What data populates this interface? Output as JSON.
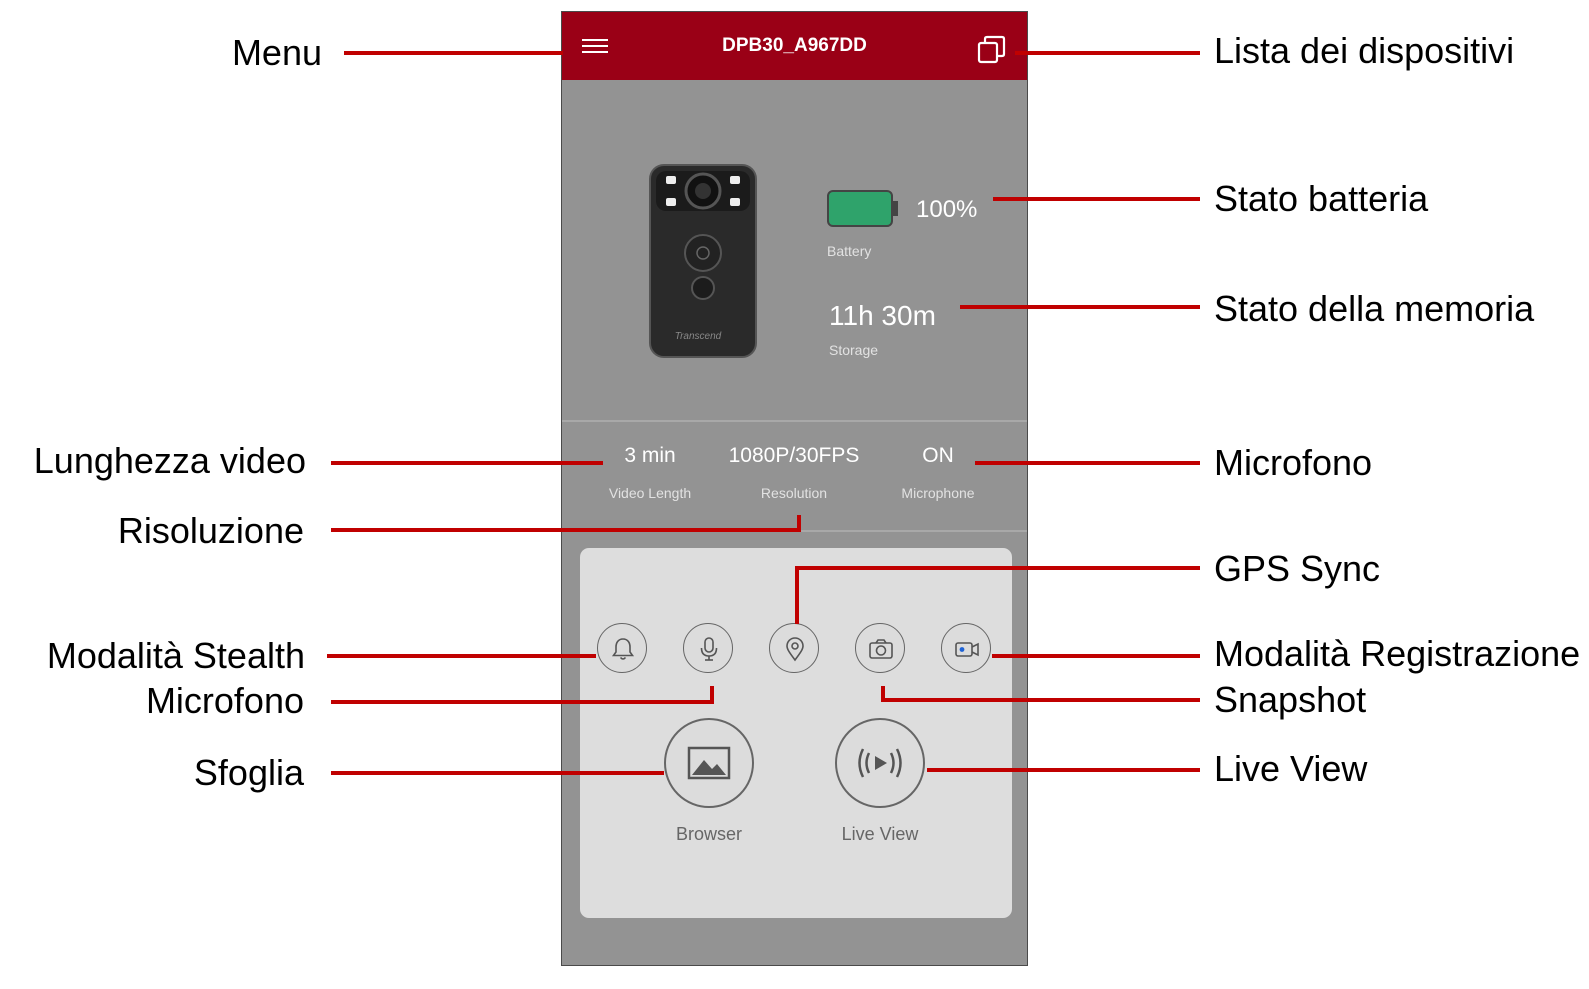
{
  "app": {
    "device_name": "DPB30_A967DD"
  },
  "status": {
    "battery_value": "100%",
    "battery_label": "Battery",
    "storage_value": "11h 30m",
    "storage_label": "Storage",
    "camera_brand": "Transcend"
  },
  "settings": {
    "video_length_value": "3 min",
    "video_length_label": "Video Length",
    "resolution_value": "1080P/30FPS",
    "resolution_label": "Resolution",
    "microphone_value": "ON",
    "microphone_label": "Microphone"
  },
  "controls": {
    "browser_label": "Browser",
    "liveview_label": "Live View",
    "icons": [
      "bell-icon",
      "microphone-icon",
      "map-pin-icon",
      "camera-icon",
      "video-record-icon"
    ]
  },
  "callouts": {
    "menu": "Menu",
    "device_list": "Lista dei dispositivi",
    "battery": "Stato batteria",
    "storage": "Stato della memoria",
    "video_length": "Lunghezza  video",
    "microphone_status": "Microfono",
    "resolution": "Risoluzione",
    "gps": "GPS Sync",
    "stealth": "Modalità  Stealth",
    "record_mode": "Modalità Registrazione",
    "microphone_toggle": "Microfono",
    "snapshot": "Snapshot",
    "browse": "Sfoglia",
    "liveview": "Live View"
  },
  "colors": {
    "accent": "#9a0016",
    "callout_line": "#c00000",
    "battery": "#2fa36b"
  }
}
